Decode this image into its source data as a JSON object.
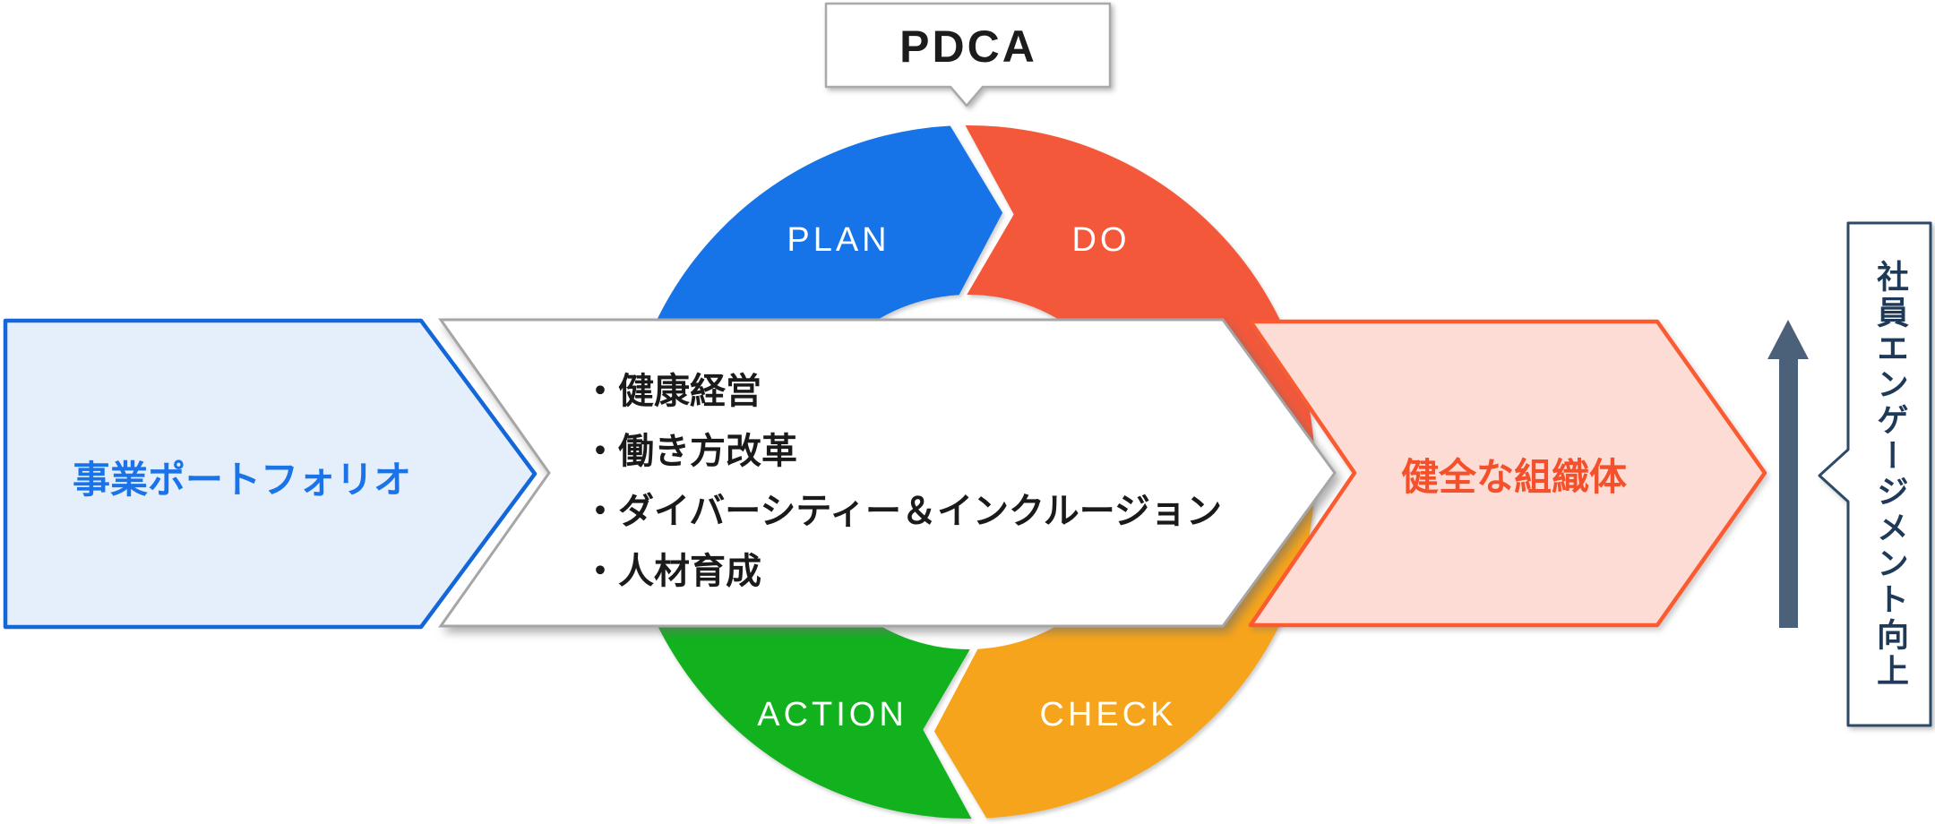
{
  "pdca_callout": {
    "title": "PDCA"
  },
  "cycle": {
    "segments": [
      {
        "id": "plan",
        "label": "PLAN",
        "color": "#1774e8"
      },
      {
        "id": "do",
        "label": "DO",
        "color": "#f4583a"
      },
      {
        "id": "check",
        "label": "CHECK",
        "color": "#f6a41b"
      },
      {
        "id": "action",
        "label": "ACTION",
        "color": "#11b21e"
      }
    ]
  },
  "left_arrow": {
    "label": "事業ポートフォリオ",
    "fill": "#e4effb",
    "border": "#1467d8",
    "text_color": "#1a73e8"
  },
  "center_arrow": {
    "items": [
      "・健康経営",
      "・働き方改革",
      "・ダイバーシティー＆インクルージョン",
      "・人材育成"
    ]
  },
  "right_arrow": {
    "label": "健全な組織体",
    "fill": "#fcdcd4",
    "border": "#fc5a31",
    "text_color": "#f4502b"
  },
  "engagement": {
    "label": "社員エンゲージメント向上",
    "arrow_color": "#4b6179",
    "box_border": "#2d4a68",
    "text_color": "#1e3a58"
  }
}
